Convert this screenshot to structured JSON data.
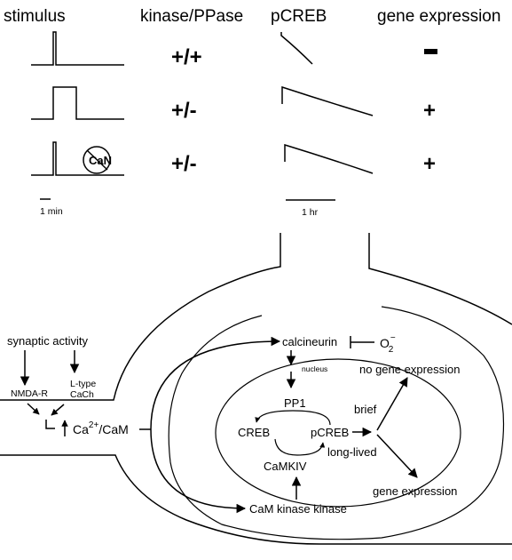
{
  "headers": {
    "stimulus": "stimulus",
    "kinase": "kinase/PPase",
    "pcreb": "pCREB",
    "gene": "gene expression"
  },
  "rows": [
    {
      "kinase": "+/+",
      "gene": "−"
    },
    {
      "kinase": "+/-",
      "gene": "+"
    },
    {
      "kinase": "+/-",
      "gene": "+"
    }
  ],
  "can_label": "CaN",
  "scalebars": {
    "time": "1  min",
    "pcreb": "1 hr"
  },
  "diagram": {
    "synaptic": "synaptic activity",
    "nmdar": "NMDA-R",
    "ltype_1": "L-type",
    "ltype_2": "CaCh",
    "ca_base": "Ca",
    "ca_sup": "2+",
    "ca_rest": "/CaM",
    "calcineurin": "calcineurin",
    "o2_base": "O",
    "o2_sub": "2",
    "o2_sup": "−",
    "nucleus": "nucleus",
    "pp1": "PP1",
    "creb": "CREB",
    "pcreb": "pCREB",
    "camkiv": "CaMKIV",
    "brief": "brief",
    "long_lived": "long-lived",
    "no_gene": "no gene expression",
    "gene": "gene expression",
    "camkk": "CaM kinase kinase"
  },
  "colors": {
    "ink": "#000000",
    "background": "#ffffff"
  }
}
